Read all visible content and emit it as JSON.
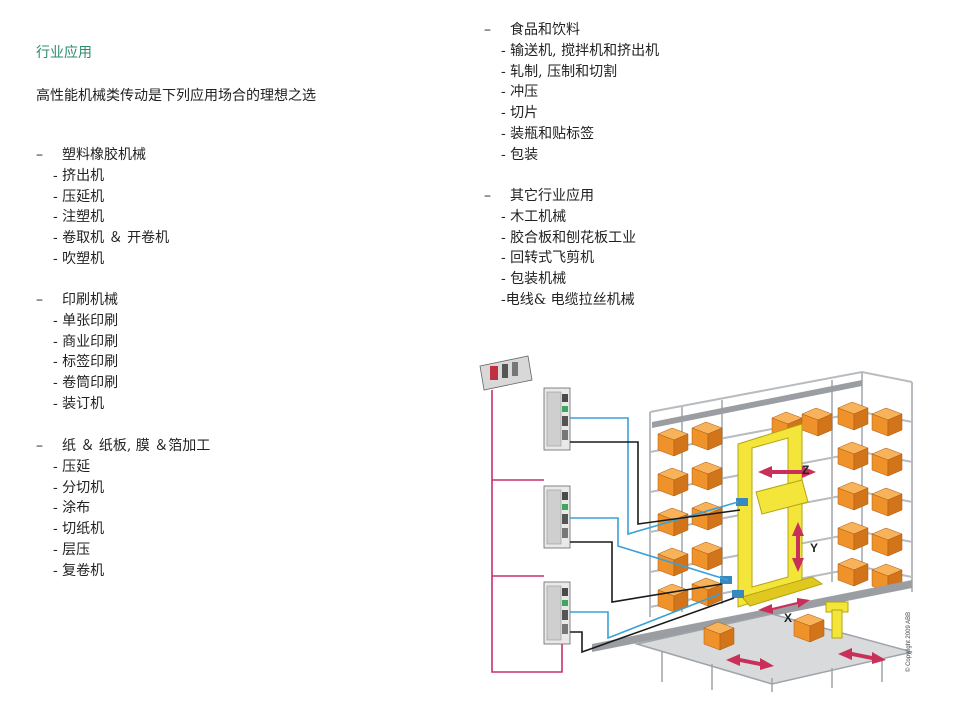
{
  "heading": "行业应用",
  "intro": "高性能机械类传动是下列应用场合的理想之选",
  "left_sections": [
    {
      "title": "塑料橡胶机械",
      "items": [
        "- 挤出机",
        "- 压延机",
        "- 注塑机",
        "- 卷取机 ＆ 开卷机",
        "- 吹塑机"
      ]
    },
    {
      "title": "印刷机械",
      "items": [
        "- 单张印刷",
        "- 商业印刷",
        "- 标签印刷",
        "- 卷筒印刷",
        "- 装订机"
      ]
    },
    {
      "title": "纸 ＆ 纸板, 膜 ＆箔加工",
      "items": [
        "- 压延",
        "- 分切机",
        "- 涂布",
        "- 切纸机",
        "- 层压",
        "- 复卷机"
      ]
    }
  ],
  "right_sections": [
    {
      "title": "食品和饮料",
      "items": [
        "- 输送机, 搅拌机和挤出机",
        "- 轧制, 压制和切割",
        "- 冲压",
        "- 切片",
        "- 装瓶和贴标签",
        "- 包装"
      ]
    },
    {
      "title": "其它行业应用",
      "items": [
        "- 木工机械",
        "- 胶合板和刨花板工业",
        "- 回转式飞剪机",
        "- 包装机械",
        "-电线& 电缆拉丝机械"
      ]
    }
  ],
  "dash_symbol": "–",
  "illustration": {
    "axis_x": "X",
    "axis_y": "Y",
    "axis_z": "Z",
    "copyright": "© Copyright 2009 ABB"
  },
  "colors": {
    "heading": "#2e8b6e",
    "box": "#f0922a",
    "crane": "#f3e53a",
    "arrow": "#c8305a",
    "cable_blue": "#3aa0d8",
    "cable_pink": "#c8306e",
    "cable_black": "#1a1a1a"
  }
}
